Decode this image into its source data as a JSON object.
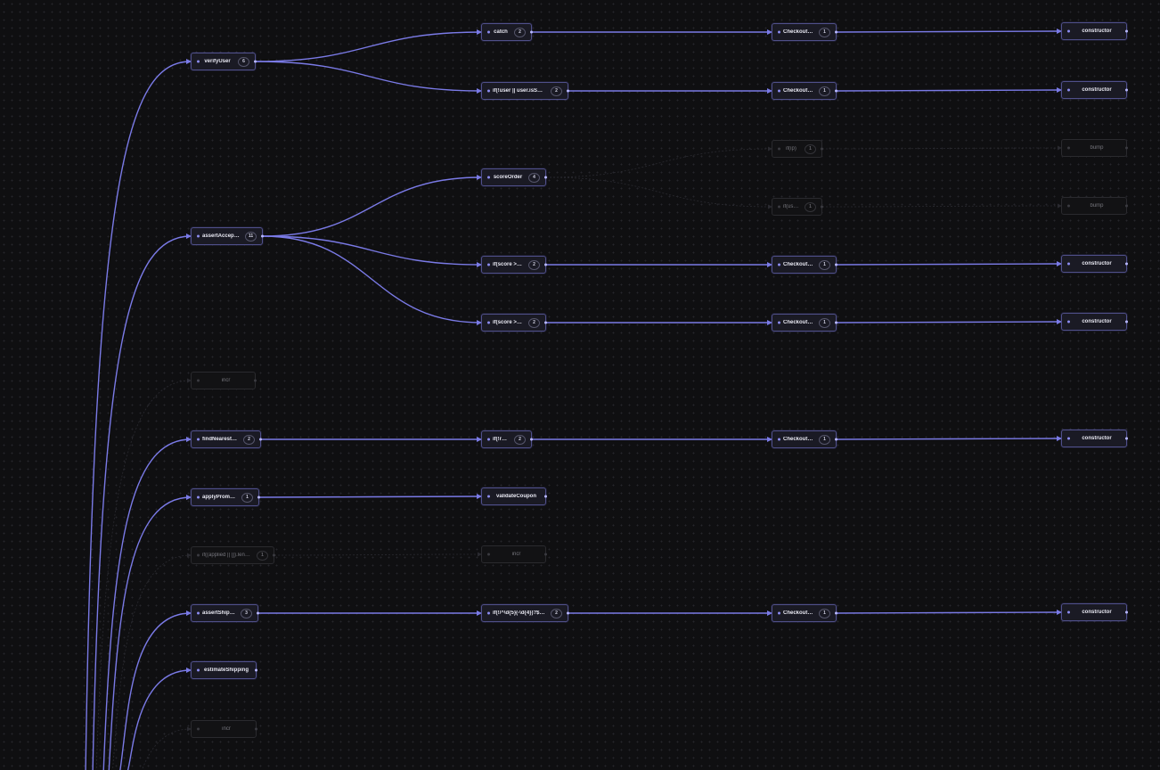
{
  "colors": {
    "background": "#0f0f11",
    "edge_active": "#7a7ae6",
    "edge_dim": "#2a2a30",
    "node_border_active": "#50508a",
    "node_border_dim": "#2a2a2e"
  },
  "nodes": {
    "verify_user": {
      "label": "verifyUser",
      "count": "6"
    },
    "assert_acceptable": {
      "label": "assertAcceptable",
      "count": "11"
    },
    "incr_1": {
      "label": "incr"
    },
    "find_nearest_stock": {
      "label": "findNearestStock",
      "count": "2"
    },
    "apply_promotions": {
      "label": "applyPromotions",
      "count": "1"
    },
    "if_applied": {
      "label": "if((applied || []).length)",
      "count": "1"
    },
    "assert_shippable": {
      "label": "assertShippable",
      "count": "3"
    },
    "estimate_shipping": {
      "label": "estimateShipping"
    },
    "incr_2": {
      "label": "incr"
    },
    "catch": {
      "label": "catch",
      "count": "2"
    },
    "if_user_suspended": {
      "label": "if(!user || user.isSuspe…",
      "count": "2"
    },
    "score_order": {
      "label": "scoreOrder",
      "count": "4"
    },
    "if_score_08": {
      "label": "if(score >= 0.8)",
      "count": "2"
    },
    "if_score_05": {
      "label": "if(score >= 0.5)",
      "count": "2"
    },
    "if_result": {
      "label": "if(!result)",
      "count": "2"
    },
    "validate_coupon": {
      "label": "validateCoupon"
    },
    "incr_3": {
      "label": "incr"
    },
    "if_regex": {
      "label": "if(!/^\\d{5}(-\\d{4})?$/.t…",
      "count": "2"
    },
    "err_1": {
      "label": "CheckoutError",
      "count": "1"
    },
    "err_2": {
      "label": "CheckoutError",
      "count": "1"
    },
    "if_ip": {
      "label": "if(ip)",
      "count": "1"
    },
    "if_userid": {
      "label": "if(userId)",
      "count": "1"
    },
    "err_3": {
      "label": "CheckoutError",
      "count": "1"
    },
    "err_4": {
      "label": "CheckoutError",
      "count": "1"
    },
    "err_5": {
      "label": "CheckoutError",
      "count": "1"
    },
    "err_6": {
      "label": "CheckoutError",
      "count": "1"
    },
    "ctor_1": {
      "label": "constructor"
    },
    "ctor_2": {
      "label": "constructor"
    },
    "bump_1": {
      "label": "bump"
    },
    "bump_2": {
      "label": "bump"
    },
    "ctor_3": {
      "label": "constructor"
    },
    "ctor_4": {
      "label": "constructor"
    },
    "ctor_5": {
      "label": "constructor"
    },
    "ctor_6": {
      "label": "constructor"
    }
  },
  "edges": [
    {
      "from": "offscreen",
      "to": "verify_user",
      "active": true
    },
    {
      "from": "offscreen",
      "to": "assert_acceptable",
      "active": true
    },
    {
      "from": "offscreen",
      "to": "incr_1",
      "active": false
    },
    {
      "from": "offscreen",
      "to": "find_nearest_stock",
      "active": true
    },
    {
      "from": "offscreen",
      "to": "apply_promotions",
      "active": true
    },
    {
      "from": "offscreen",
      "to": "if_applied",
      "active": false
    },
    {
      "from": "offscreen",
      "to": "assert_shippable",
      "active": true
    },
    {
      "from": "offscreen",
      "to": "estimate_shipping",
      "active": true
    },
    {
      "from": "offscreen",
      "to": "incr_2",
      "active": false
    },
    {
      "from": "verify_user",
      "to": "catch",
      "active": true
    },
    {
      "from": "verify_user",
      "to": "if_user_suspended",
      "active": true
    },
    {
      "from": "assert_acceptable",
      "to": "score_order",
      "active": true
    },
    {
      "from": "assert_acceptable",
      "to": "if_score_08",
      "active": true
    },
    {
      "from": "assert_acceptable",
      "to": "if_score_05",
      "active": true
    },
    {
      "from": "find_nearest_stock",
      "to": "if_result",
      "active": true
    },
    {
      "from": "apply_promotions",
      "to": "validate_coupon",
      "active": true
    },
    {
      "from": "if_applied",
      "to": "incr_3",
      "active": false
    },
    {
      "from": "assert_shippable",
      "to": "if_regex",
      "active": true
    },
    {
      "from": "catch",
      "to": "err_1",
      "active": true
    },
    {
      "from": "if_user_suspended",
      "to": "err_2",
      "active": true
    },
    {
      "from": "score_order",
      "to": "if_ip",
      "active": false
    },
    {
      "from": "score_order",
      "to": "if_userid",
      "active": false
    },
    {
      "from": "if_score_08",
      "to": "err_3",
      "active": true
    },
    {
      "from": "if_score_05",
      "to": "err_4",
      "active": true
    },
    {
      "from": "if_result",
      "to": "err_5",
      "active": true
    },
    {
      "from": "if_regex",
      "to": "err_6",
      "active": true
    },
    {
      "from": "err_1",
      "to": "ctor_1",
      "active": true
    },
    {
      "from": "err_2",
      "to": "ctor_2",
      "active": true
    },
    {
      "from": "if_ip",
      "to": "bump_1",
      "active": false
    },
    {
      "from": "if_userid",
      "to": "bump_2",
      "active": false
    },
    {
      "from": "err_3",
      "to": "ctor_3",
      "active": true
    },
    {
      "from": "err_4",
      "to": "ctor_4",
      "active": true
    },
    {
      "from": "err_5",
      "to": "ctor_5",
      "active": true
    },
    {
      "from": "err_6",
      "to": "ctor_6",
      "active": true
    }
  ]
}
